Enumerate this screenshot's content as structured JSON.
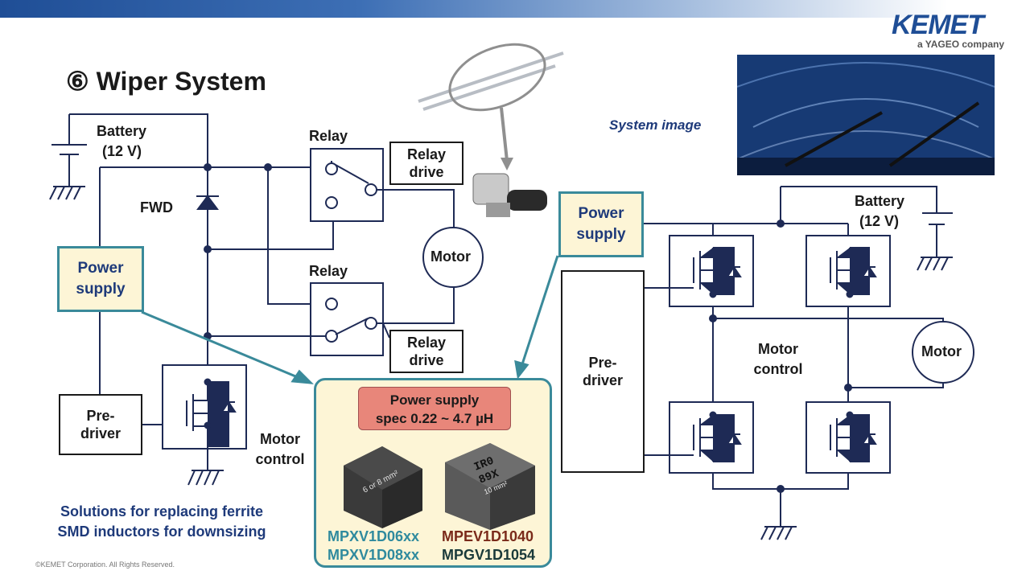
{
  "header": {
    "title": "⑥ Wiper System",
    "logo": "KEMET",
    "logo_sub": "a YAGEO company"
  },
  "system_image_label": "System image",
  "left_circuit": {
    "battery_line1": "Battery",
    "battery_line2": "(12 V)",
    "fwd": "FWD",
    "relay_top": "Relay",
    "relay_bottom": "Relay",
    "relay_drive_top": [
      "Relay",
      "drive"
    ],
    "relay_drive_bottom": [
      "Relay",
      "drive"
    ],
    "motor": "Motor",
    "power_supply": [
      "Power",
      "supply"
    ],
    "pre_driver": [
      "Pre-",
      "driver"
    ],
    "motor_control": [
      "Motor",
      "control"
    ]
  },
  "right_circuit": {
    "power_supply": [
      "Power",
      "supply"
    ],
    "battery_line1": "Battery",
    "battery_line2": "(12 V)",
    "pre_driver": [
      "Pre-",
      "driver"
    ],
    "motor_control": [
      "Motor",
      "control"
    ],
    "motor": "Motor"
  },
  "callout": {
    "spec_line1": "Power supply",
    "spec_line2": "spec 0.22 ~ 4.7 µH",
    "inductor_left_marking": "6 or 8 mm²",
    "inductor_right_marking_1": "IR0",
    "inductor_right_marking_2": "89X",
    "inductor_right_marking_3": "10 mm²",
    "parts_left": [
      "MPXV1D06xx",
      "MPXV1D08xx"
    ],
    "parts_right": [
      "MPEV1D1040",
      "MPGV1D1054"
    ]
  },
  "solutions_text": [
    "Solutions for replacing ferrite",
    "SMD inductors for downsizing"
  ],
  "footer": {
    "copyright": "©KEMET Corporation. All Rights Reserved."
  },
  "colors": {
    "wire": "#1e2a55",
    "accent_teal": "#3a8a9a",
    "supply_fill": "#fdf5d6",
    "spec_fill": "#e8867a",
    "part_teal": "#2f8a9e",
    "part_brown": "#7a2a1a",
    "part_dark": "#1a3a3a",
    "logo_blue": "#1f4e96"
  }
}
